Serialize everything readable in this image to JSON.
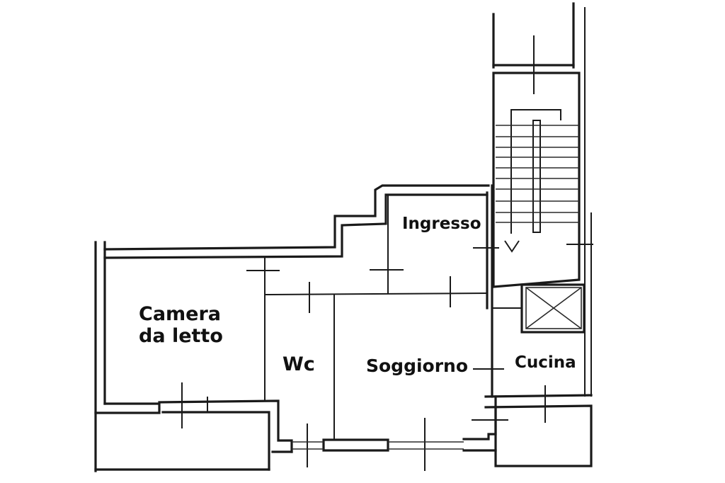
{
  "floor_plan": {
    "rooms": [
      {
        "id": "camera",
        "label_line1": "Camera",
        "label_line2": "da letto"
      },
      {
        "id": "wc",
        "label": "Wc"
      },
      {
        "id": "soggiorno",
        "label": "Soggiorno"
      },
      {
        "id": "cucina",
        "label": "Cucina"
      },
      {
        "id": "ingresso",
        "label": "Ingresso"
      }
    ],
    "features": [
      "staircase",
      "elevator-shaft",
      "balcony-south-west",
      "balcony-south-east"
    ],
    "colors": {
      "wall": "#1a1a1a",
      "background": "#ffffff"
    }
  }
}
